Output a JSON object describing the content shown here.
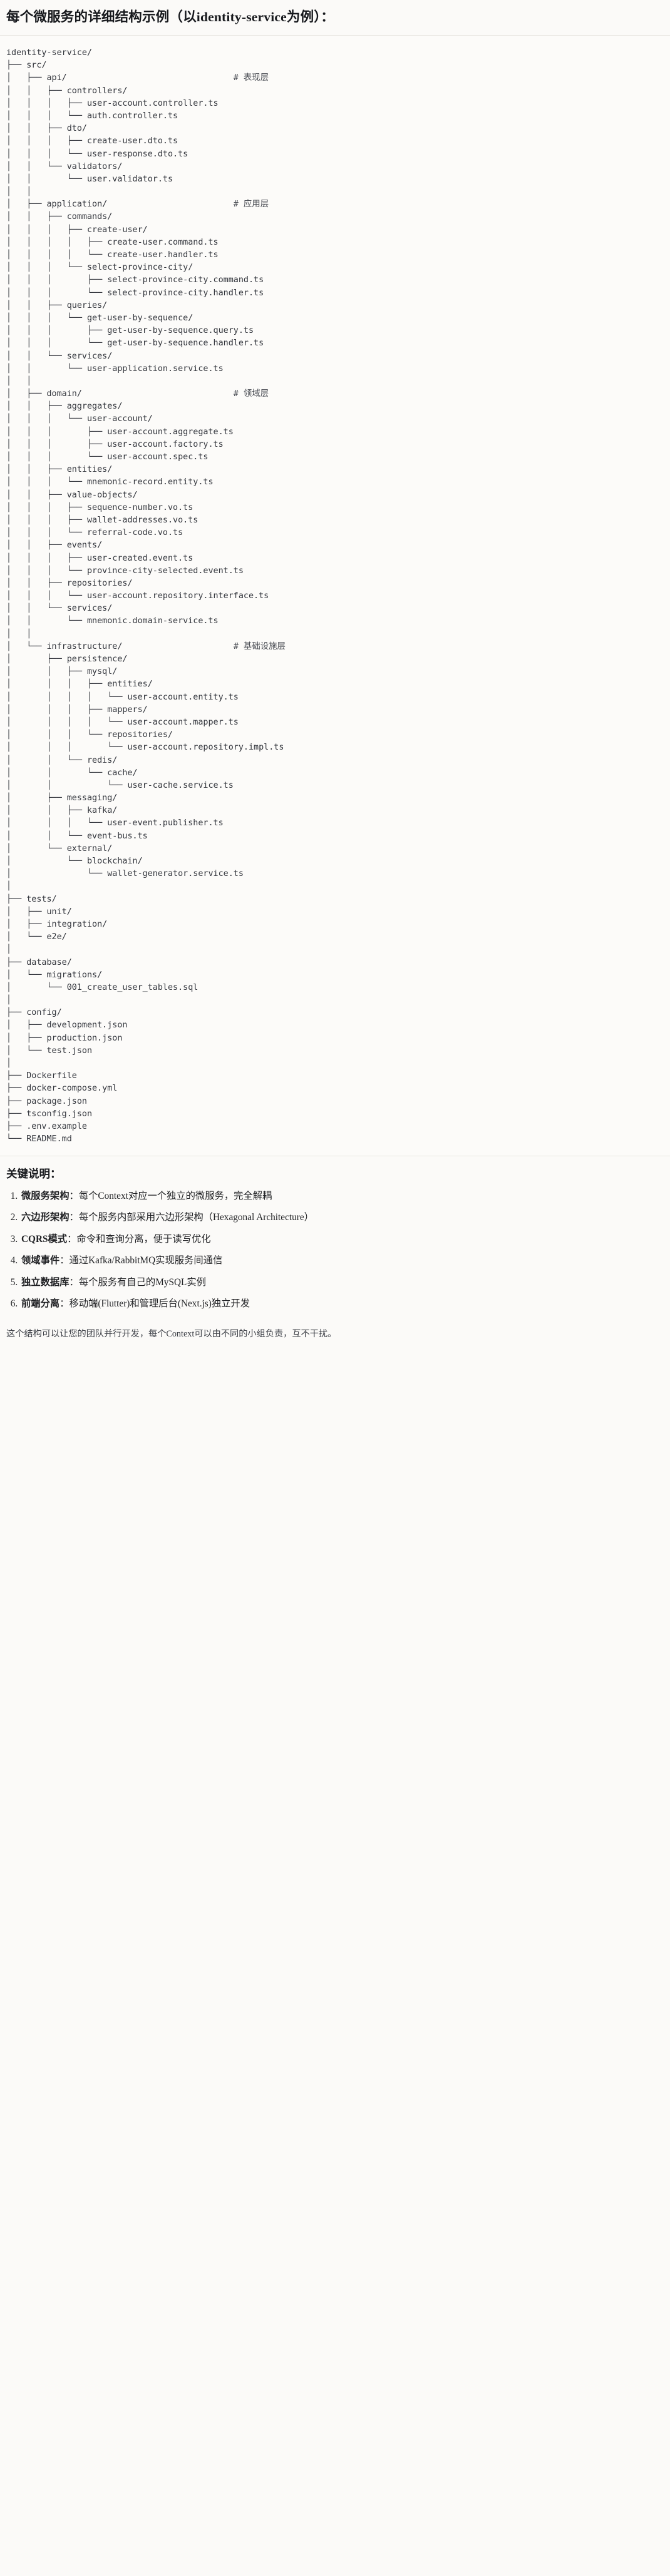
{
  "heading": {
    "title": "每个微服务的详细结构示例（以identity-service为例）："
  },
  "tree": {
    "root": "identity-service/",
    "comment_column": 45,
    "lines": [
      {
        "path": "identity-service/",
        "comment": ""
      },
      {
        "path": "├── src/",
        "comment": ""
      },
      {
        "path": "│   ├── api/",
        "comment": "# 表现层"
      },
      {
        "path": "│   │   ├── controllers/",
        "comment": ""
      },
      {
        "path": "│   │   │   ├── user-account.controller.ts",
        "comment": ""
      },
      {
        "path": "│   │   │   └── auth.controller.ts",
        "comment": ""
      },
      {
        "path": "│   │   ├── dto/",
        "comment": ""
      },
      {
        "path": "│   │   │   ├── create-user.dto.ts",
        "comment": ""
      },
      {
        "path": "│   │   │   └── user-response.dto.ts",
        "comment": ""
      },
      {
        "path": "│   │   └── validators/",
        "comment": ""
      },
      {
        "path": "│   │       └── user.validator.ts",
        "comment": ""
      },
      {
        "path": "│   │",
        "comment": ""
      },
      {
        "path": "│   ├── application/",
        "comment": "# 应用层"
      },
      {
        "path": "│   │   ├── commands/",
        "comment": ""
      },
      {
        "path": "│   │   │   ├── create-user/",
        "comment": ""
      },
      {
        "path": "│   │   │   │   ├── create-user.command.ts",
        "comment": ""
      },
      {
        "path": "│   │   │   │   └── create-user.handler.ts",
        "comment": ""
      },
      {
        "path": "│   │   │   └── select-province-city/",
        "comment": ""
      },
      {
        "path": "│   │   │       ├── select-province-city.command.ts",
        "comment": ""
      },
      {
        "path": "│   │   │       └── select-province-city.handler.ts",
        "comment": ""
      },
      {
        "path": "│   │   ├── queries/",
        "comment": ""
      },
      {
        "path": "│   │   │   └── get-user-by-sequence/",
        "comment": ""
      },
      {
        "path": "│   │   │       ├── get-user-by-sequence.query.ts",
        "comment": ""
      },
      {
        "path": "│   │   │       └── get-user-by-sequence.handler.ts",
        "comment": ""
      },
      {
        "path": "│   │   └── services/",
        "comment": ""
      },
      {
        "path": "│   │       └── user-application.service.ts",
        "comment": ""
      },
      {
        "path": "│   │",
        "comment": ""
      },
      {
        "path": "│   ├── domain/",
        "comment": "# 领域层"
      },
      {
        "path": "│   │   ├── aggregates/",
        "comment": ""
      },
      {
        "path": "│   │   │   └── user-account/",
        "comment": ""
      },
      {
        "path": "│   │   │       ├── user-account.aggregate.ts",
        "comment": ""
      },
      {
        "path": "│   │   │       ├── user-account.factory.ts",
        "comment": ""
      },
      {
        "path": "│   │   │       └── user-account.spec.ts",
        "comment": ""
      },
      {
        "path": "│   │   ├── entities/",
        "comment": ""
      },
      {
        "path": "│   │   │   └── mnemonic-record.entity.ts",
        "comment": ""
      },
      {
        "path": "│   │   ├── value-objects/",
        "comment": ""
      },
      {
        "path": "│   │   │   ├── sequence-number.vo.ts",
        "comment": ""
      },
      {
        "path": "│   │   │   ├── wallet-addresses.vo.ts",
        "comment": ""
      },
      {
        "path": "│   │   │   └── referral-code.vo.ts",
        "comment": ""
      },
      {
        "path": "│   │   ├── events/",
        "comment": ""
      },
      {
        "path": "│   │   │   ├── user-created.event.ts",
        "comment": ""
      },
      {
        "path": "│   │   │   └── province-city-selected.event.ts",
        "comment": ""
      },
      {
        "path": "│   │   ├── repositories/",
        "comment": ""
      },
      {
        "path": "│   │   │   └── user-account.repository.interface.ts",
        "comment": ""
      },
      {
        "path": "│   │   └── services/",
        "comment": ""
      },
      {
        "path": "│   │       └── mnemonic.domain-service.ts",
        "comment": ""
      },
      {
        "path": "│   │",
        "comment": ""
      },
      {
        "path": "│   └── infrastructure/",
        "comment": "# 基础设施层"
      },
      {
        "path": "│       ├── persistence/",
        "comment": ""
      },
      {
        "path": "│       │   ├── mysql/",
        "comment": ""
      },
      {
        "path": "│       │   │   ├── entities/",
        "comment": ""
      },
      {
        "path": "│       │   │   │   └── user-account.entity.ts",
        "comment": ""
      },
      {
        "path": "│       │   │   ├── mappers/",
        "comment": ""
      },
      {
        "path": "│       │   │   │   └── user-account.mapper.ts",
        "comment": ""
      },
      {
        "path": "│       │   │   └── repositories/",
        "comment": ""
      },
      {
        "path": "│       │   │       └── user-account.repository.impl.ts",
        "comment": ""
      },
      {
        "path": "│       │   └── redis/",
        "comment": ""
      },
      {
        "path": "│       │       └── cache/",
        "comment": ""
      },
      {
        "path": "│       │           └── user-cache.service.ts",
        "comment": ""
      },
      {
        "path": "│       ├── messaging/",
        "comment": ""
      },
      {
        "path": "│       │   ├── kafka/",
        "comment": ""
      },
      {
        "path": "│       │   │   └── user-event.publisher.ts",
        "comment": ""
      },
      {
        "path": "│       │   └── event-bus.ts",
        "comment": ""
      },
      {
        "path": "│       └── external/",
        "comment": ""
      },
      {
        "path": "│           └── blockchain/",
        "comment": ""
      },
      {
        "path": "│               └── wallet-generator.service.ts",
        "comment": ""
      },
      {
        "path": "│",
        "comment": ""
      },
      {
        "path": "├── tests/",
        "comment": ""
      },
      {
        "path": "│   ├── unit/",
        "comment": ""
      },
      {
        "path": "│   ├── integration/",
        "comment": ""
      },
      {
        "path": "│   └── e2e/",
        "comment": ""
      },
      {
        "path": "│",
        "comment": ""
      },
      {
        "path": "├── database/",
        "comment": ""
      },
      {
        "path": "│   └── migrations/",
        "comment": ""
      },
      {
        "path": "│       └── 001_create_user_tables.sql",
        "comment": ""
      },
      {
        "path": "│",
        "comment": ""
      },
      {
        "path": "├── config/",
        "comment": ""
      },
      {
        "path": "│   ├── development.json",
        "comment": ""
      },
      {
        "path": "│   ├── production.json",
        "comment": ""
      },
      {
        "path": "│   └── test.json",
        "comment": ""
      },
      {
        "path": "│",
        "comment": ""
      },
      {
        "path": "├── Dockerfile",
        "comment": ""
      },
      {
        "path": "├── docker-compose.yml",
        "comment": ""
      },
      {
        "path": "├── package.json",
        "comment": ""
      },
      {
        "path": "├── tsconfig.json",
        "comment": ""
      },
      {
        "path": "├── .env.example",
        "comment": ""
      },
      {
        "path": "└── README.md",
        "comment": ""
      }
    ]
  },
  "notes": {
    "title": "关键说明：",
    "items": [
      {
        "label": "微服务架构",
        "sep": "：",
        "desc": "每个Context对应一个独立的微服务，完全解耦"
      },
      {
        "label": "六边形架构",
        "sep": "：",
        "desc": "每个服务内部采用六边形架构（Hexagonal Architecture）"
      },
      {
        "label": "CQRS模式",
        "sep": "：",
        "desc": "命令和查询分离，便于读写优化"
      },
      {
        "label": "领域事件",
        "sep": "：",
        "desc": "通过Kafka/RabbitMQ实现服务间通信"
      },
      {
        "label": "独立数据库",
        "sep": "：",
        "desc": "每个服务有自己的MySQL实例"
      },
      {
        "label": "前端分离",
        "sep": "：",
        "desc": "移动端(Flutter)和管理后台(Next.js)独立开发"
      }
    ],
    "closing": "这个结构可以让您的团队并行开发，每个Context可以由不同的小组负责，互不干扰。"
  }
}
